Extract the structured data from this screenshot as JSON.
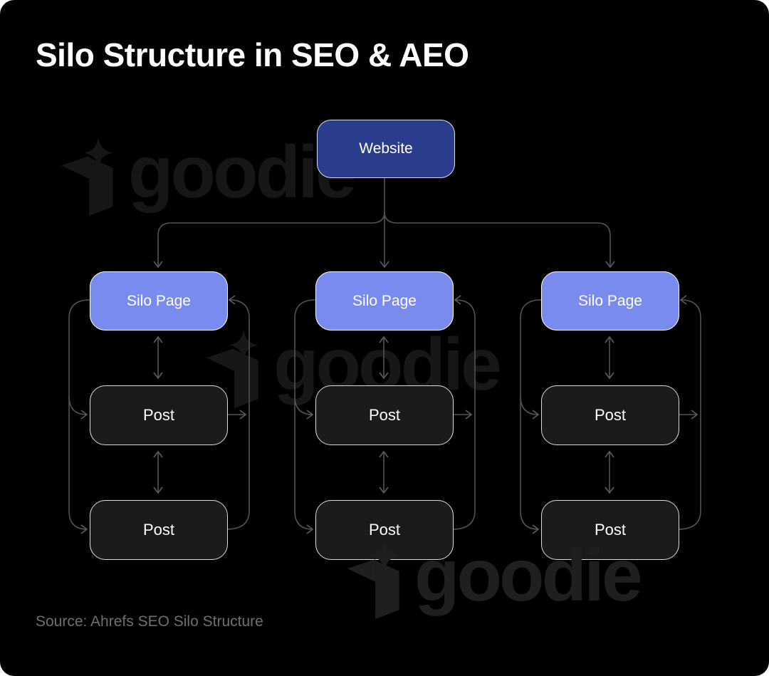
{
  "page": {
    "background_color": "#ffffff",
    "canvas_color": "#000000"
  },
  "diagram": {
    "title": "Silo Structure in SEO & AEO",
    "source": "Source: Ahrefs SEO Silo Structure",
    "watermark": {
      "text": "goodie",
      "icon": "goodie-sparkle-box-logo",
      "count": 3
    },
    "colors": {
      "website_fill": "#2c3c8d",
      "silo_fill": "#7a8bf0",
      "post_fill": "#1b1b1d",
      "box_border": "#dcdcdc",
      "connector": "#525252",
      "title_text": "#ffffff",
      "source_text": "#6e6e6e",
      "watermark_text": "#1a1a1a"
    },
    "nodes": {
      "website": {
        "label": "Website"
      },
      "silos": [
        {
          "label": "Silo Page"
        },
        {
          "label": "Silo Page"
        },
        {
          "label": "Silo Page"
        }
      ],
      "posts": [
        {
          "column": 1,
          "labels": [
            "Post",
            "Post"
          ]
        },
        {
          "column": 2,
          "labels": [
            "Post",
            "Post"
          ]
        },
        {
          "column": 3,
          "labels": [
            "Post",
            "Post"
          ]
        }
      ]
    },
    "edges": [
      "Website -> Silo Page (left), arrow down",
      "Website -> Silo Page (center), arrow down",
      "Website -> Silo Page (right), arrow down",
      "Silo Page <-> top Post, bidirectional vertical arrow (each column)",
      "top Post <-> bottom Post, bidirectional vertical arrow (each column)",
      "Silo Page -> both Posts via left loop line, arrows into Posts (each column)",
      "top Post -> right loop line, arrow right (each column)",
      "bottom Post -> right loop line -> Silo Page, arrow into Silo Page (each column)"
    ]
  }
}
